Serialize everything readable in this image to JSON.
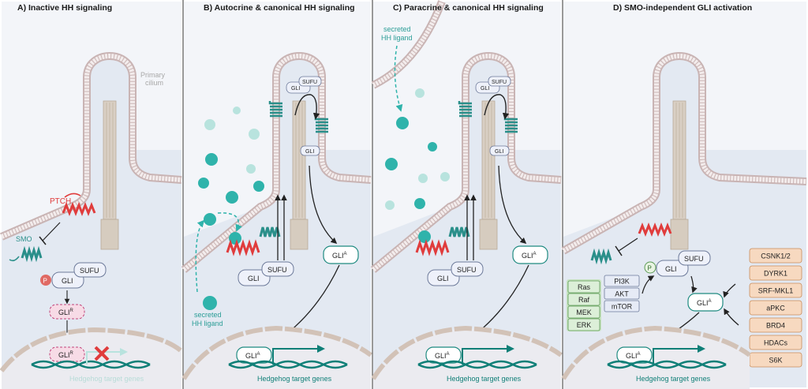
{
  "panels": [
    {
      "title": "A) Inactive HH signaling"
    },
    {
      "title": "B) Autocrine & canonical HH signaling"
    },
    {
      "title": "C) Paracrine & canonical HH signaling"
    },
    {
      "title": "D) SMO-independent GLI activation"
    }
  ],
  "labels": {
    "primary_cilium": "Primary\ncilium",
    "ptch": "PTCH",
    "smo": "SMO",
    "p": "P",
    "gli": "GLI",
    "sufu": "SUFU",
    "gli_r": "GLI",
    "sup_r": "R",
    "gli_a": "GLI",
    "sup_a": "A",
    "target_genes": "Hedgehog target genes",
    "secreted_ligand": "secreted\nHH ligand"
  },
  "kinase_cascade_left": [
    "Ras",
    "Raf",
    "MEK",
    "ERK"
  ],
  "kinase_cascade_mid": [
    "PI3K",
    "AKT",
    "mTOR"
  ],
  "kinase_list_right": [
    "CSNK1/2",
    "DYRK1",
    "SRF-MKL1",
    "aPKC",
    "BRD4",
    "HDACs",
    "S6K"
  ],
  "colors": {
    "cytoplasm": "#e3e9f2",
    "membrane": "#f3ecec",
    "membrane_edge": "#c9b4b4",
    "ptch": "#e03c3c",
    "smo": "#2a8f8a",
    "gli_box": "#eef1fa",
    "gli_box_edge": "#6d7a9a",
    "gli_r_fill": "#f7dbe6",
    "gli_r_edge": "#c2457a",
    "gli_a_edge": "#1e8a80",
    "ligand": "#2fb3ab",
    "dna": "#0f7f77",
    "nucleus": "#ebebf0",
    "green_box": "#dcefd8",
    "green_edge": "#5c9a55",
    "blue_box": "#e6ebf6",
    "orange_box": "#f7d9c0",
    "orange_edge": "#c98d5b"
  }
}
